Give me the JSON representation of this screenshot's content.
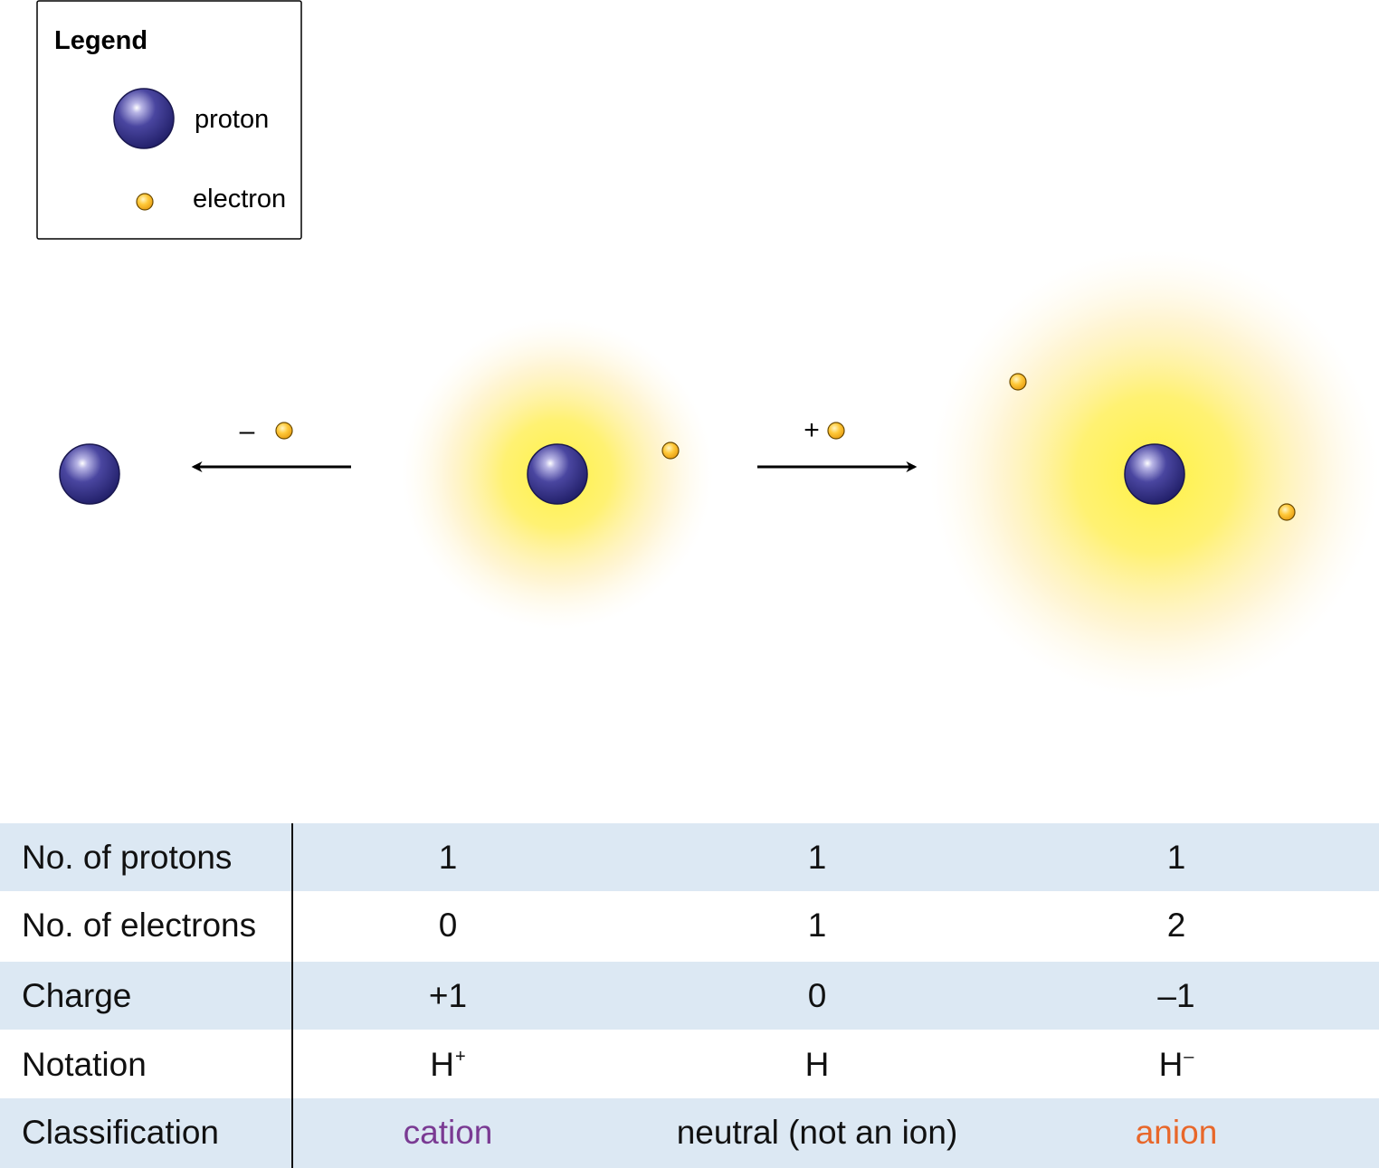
{
  "legend": {
    "title": "Legend",
    "items": [
      {
        "label": "proton",
        "icon": "proton-sphere-icon"
      },
      {
        "label": "electron",
        "icon": "electron-sphere-icon"
      }
    ]
  },
  "reactions": {
    "remove_sign": "–",
    "add_sign": "+"
  },
  "colors": {
    "proton": "#2e2a7a",
    "electron": "#f5b31a",
    "cloud": "#fff04a",
    "table_shade": "#dce8f3",
    "cation": "#7a3a93",
    "anion": "#e8672a"
  },
  "table": {
    "rows": [
      {
        "label": "No. of protons",
        "values": [
          "1",
          "1",
          "1"
        ]
      },
      {
        "label": "No. of electrons",
        "values": [
          "0",
          "1",
          "2"
        ]
      },
      {
        "label": "Charge",
        "values": [
          "+1",
          "0",
          "–1"
        ]
      },
      {
        "label": "Notation",
        "symbols": [
          "H",
          "H",
          "H"
        ],
        "superscripts": [
          "+",
          "",
          "–"
        ]
      },
      {
        "label": "Classification",
        "values": [
          "cation",
          "neutral (not an ion)",
          "anion"
        ]
      }
    ]
  }
}
